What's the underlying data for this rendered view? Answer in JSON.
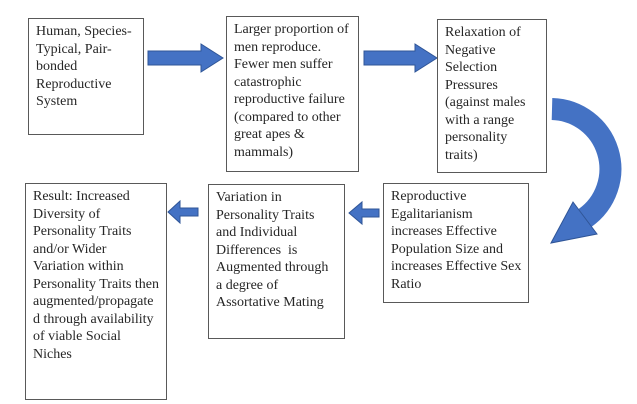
{
  "diagram": {
    "type": "flowchart",
    "boxes": [
      {
        "id": "box1",
        "text": "Human, Species-Typical, Pair-bonded Reproductive System"
      },
      {
        "id": "box2",
        "text": "Larger proportion of men reproduce. Fewer men suffer catastrophic reproductive failure (compared to other great apes & mammals)"
      },
      {
        "id": "box3",
        "text": "Relaxation of Negative Selection Pressures (against males with a range personality traits)"
      },
      {
        "id": "box4",
        "text": "Reproductive Egalitarianism increases Effective Population Size and increases Effective Sex Ratio"
      },
      {
        "id": "box5",
        "text": "Variation in Personality Traits and Individual Differences  is Augmented through  a degree of Assortative Mating"
      },
      {
        "id": "box6",
        "text": "Result: Increased Diversity of Personality Traits and/or Wider Variation within Personality Traits then augmented/propagated through availability of viable Social Niches"
      }
    ],
    "arrows": [
      {
        "from": "box1",
        "to": "box2",
        "shape": "straight",
        "direction": "right"
      },
      {
        "from": "box2",
        "to": "box3",
        "shape": "straight",
        "direction": "right"
      },
      {
        "from": "box3",
        "to": "box4",
        "shape": "curved",
        "direction": "down-left"
      },
      {
        "from": "box4",
        "to": "box5",
        "shape": "straight",
        "direction": "left"
      },
      {
        "from": "box5",
        "to": "box6",
        "shape": "straight",
        "direction": "left"
      }
    ],
    "colors": {
      "arrow_fill": "#4472C4",
      "arrow_edge": "#2F5597",
      "box_border": "#595959",
      "text": "#262626",
      "background": "#FFFFFF"
    }
  }
}
